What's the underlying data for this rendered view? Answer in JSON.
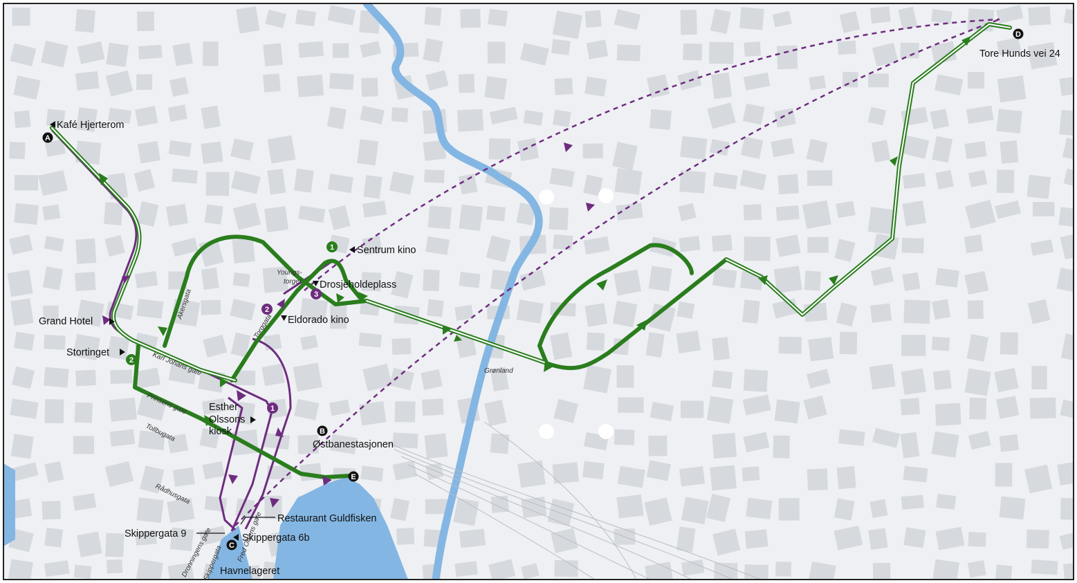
{
  "colors": {
    "background": "#eef0f3",
    "block": "#d6d9de",
    "water": "#84b6e3",
    "route_green": "#2a7d1d",
    "route_purple": "#6e2c7f",
    "marker_black": "#111111",
    "frame": "#222222"
  },
  "places": {
    "kafe_hjerterom": "Kafé Hjerterom",
    "sentrum_kino": "Sentrum kino",
    "youngstorget_a": "Youngs-",
    "youngstorget_b": "torget",
    "drosjeholdeplass": "Drosjeholdeplass",
    "eldorado_kino": "Eldorado kino",
    "grand_hotel": "Grand Hotel",
    "stortinget": "Stortinget",
    "esther_a": "Esther",
    "esther_b": "Olssons",
    "esther_c": "kiosk",
    "ostbanestasjonen": "Østbanestasjonen",
    "restaurant_guldfisken": "Restaurant Guldfisken",
    "skippergata_9": "Skippergata 9",
    "skippergata_6b": "Skippergata 6b",
    "havnelageret": "Havnelageret",
    "tore_hunds_vei": "Tore Hunds vei 24",
    "gronland": "Grønland"
  },
  "streets": {
    "akersgata": "Akersgata",
    "karl_johans_gate": "Karl Johans gate",
    "prinsens_gate": "Prinsens gate",
    "tollbugata": "Tollbugata",
    "radhusgata": "Rådhusgata",
    "torggata": "Torggata",
    "dronningens_gate": "Dronningens gate",
    "skippergata": "Skippergata",
    "fred_olsens_gate": "Fred Olsens gate"
  },
  "markers": {
    "A": "A",
    "B": "B",
    "C": "C",
    "D": "D",
    "E": "E",
    "green_1": "1",
    "green_2": "2",
    "purple_1": "1",
    "purple_2": "2",
    "purple_3": "3"
  }
}
